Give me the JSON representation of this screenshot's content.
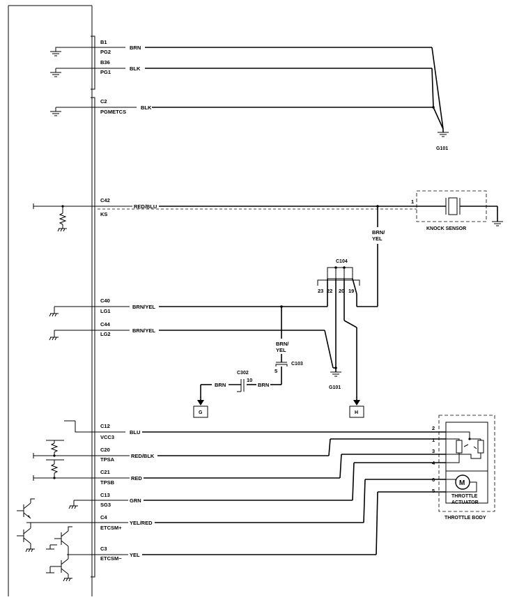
{
  "ecm": {
    "pins": [
      {
        "id": "B1",
        "signal": "PG2",
        "wire": "BRN"
      },
      {
        "id": "B36",
        "signal": "PG1",
        "wire": "BLK"
      },
      {
        "id": "C2",
        "signal": "PGMETCS",
        "wire": "BLK"
      },
      {
        "id": "C42",
        "signal": "KS",
        "wire": "RED/BLU"
      },
      {
        "id": "C40",
        "signal": "LG1",
        "wire": "BRN/YEL"
      },
      {
        "id": "C44",
        "signal": "LG2",
        "wire": "BRN/YEL"
      },
      {
        "id": "C12",
        "signal": "VCC3",
        "wire": "BLU"
      },
      {
        "id": "C20",
        "signal": "TPSA",
        "wire": "RED/BLK"
      },
      {
        "id": "C21",
        "signal": "TPSB",
        "wire": "RED"
      },
      {
        "id": "C13",
        "signal": "SG3",
        "wire": "GRN"
      },
      {
        "id": "C4",
        "signal": "ETCSM+",
        "wire": "YEL/RED"
      },
      {
        "id": "C3",
        "signal": "ETCSM−",
        "wire": "YEL"
      }
    ]
  },
  "grounds": {
    "g101_top": "G101",
    "g101_mid": "G101"
  },
  "knock_sensor": {
    "label": "KNOCK SENSOR",
    "pin": "1",
    "wire": "BRN/\nYEL",
    "wire_l1": "BRN/",
    "wire_l2": "YEL"
  },
  "c104": {
    "label": "C104",
    "pins": [
      "23",
      "22",
      "20",
      "19"
    ]
  },
  "c103": {
    "label": "C103",
    "pin": "5",
    "wire_l1": "BRN/",
    "wire_l2": "YEL"
  },
  "c302": {
    "label": "C302",
    "pin": "10",
    "wire_left": "BRN",
    "wire_right": "BRN"
  },
  "connectors": {
    "g": "G",
    "h": "H"
  },
  "throttle_body": {
    "label": "THROTTLE BODY",
    "actuator_l1": "THROTTLE",
    "actuator_l2": "ACTUATOR",
    "motor": "M",
    "pins": [
      "2",
      "1",
      "3",
      "4",
      "6",
      "5"
    ]
  },
  "icons": [
    "ground-icon",
    "resistor-icon",
    "transistor-icon",
    "motor-icon",
    "sensor-icon"
  ]
}
